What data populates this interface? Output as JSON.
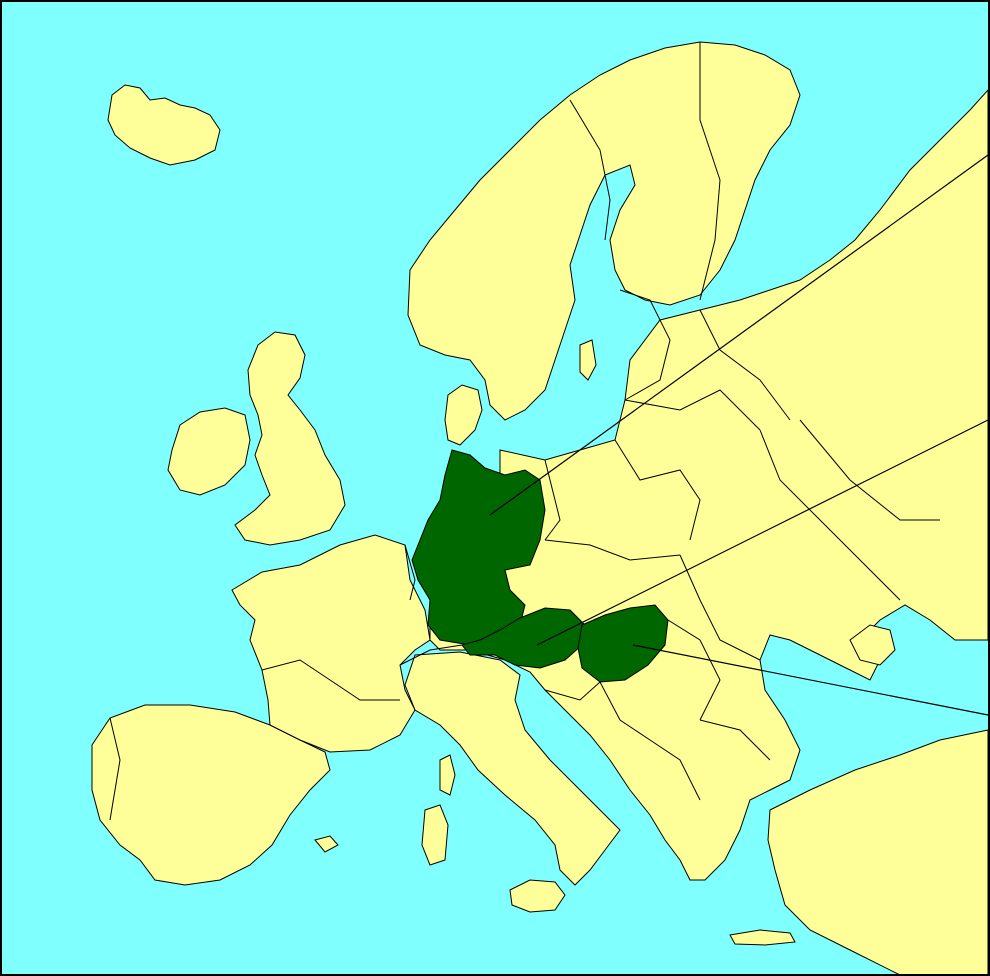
{
  "map": {
    "colors": {
      "sea": "#80FFFF",
      "land": "#FFFF99",
      "highlight": "#006600",
      "border": "#000000"
    },
    "highlighted_regions": [
      "germany",
      "austria",
      "hungary"
    ],
    "callouts": [
      {
        "target": "germany"
      },
      {
        "target": "austria"
      },
      {
        "target": "hungary"
      }
    ]
  }
}
